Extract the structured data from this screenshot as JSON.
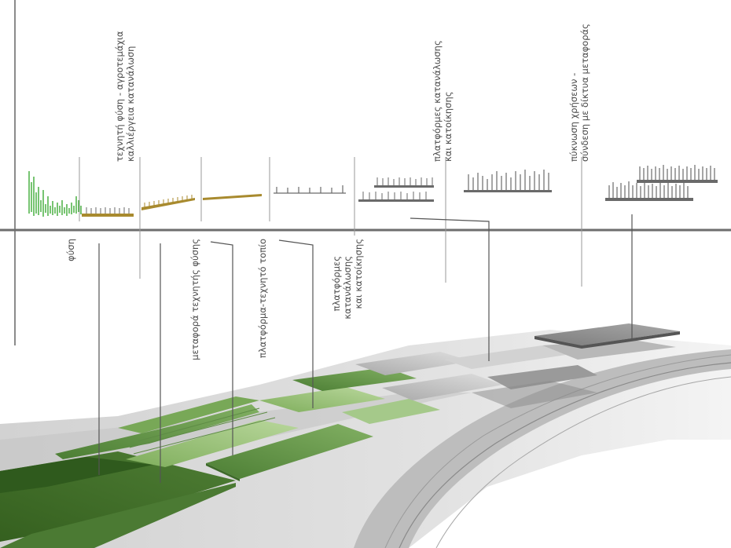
{
  "labels": {
    "top": {
      "artificial_nature": [
        "τεχνητή φύση - αγροτεμάχια",
        "καλλιέργεια κατανάλωση"
      ],
      "platforms": [
        "πλατφόρμες κατανάλωσης",
        "και κατοίκησης"
      ],
      "density": [
        "πύκνωση χρήσεων -",
        "σύνδεση με δίκτυα μεταφοράς"
      ]
    },
    "bottom": {
      "nature": [
        "φύση"
      ],
      "nature_metaphor": [
        "μεταφορά τεχνητής φύσης"
      ],
      "platform_landscape": [
        "πλατφόρμα-τεχνητό τοπίο"
      ],
      "platforms": [
        "πλατφόρμες",
        "κατανάλωσης",
        "και κατοίκησης"
      ]
    }
  },
  "colors": {
    "axis": "#6e6e6e",
    "nature_green": "#3daa35",
    "artificial_ochre": "#a88a2e",
    "built_gray": "#6a6a6a",
    "field_dark": "#3f6a2a",
    "field_mid": "#5f8f45",
    "field_light": "#8dbb6a",
    "platform_gray": "#c8c8c8"
  }
}
